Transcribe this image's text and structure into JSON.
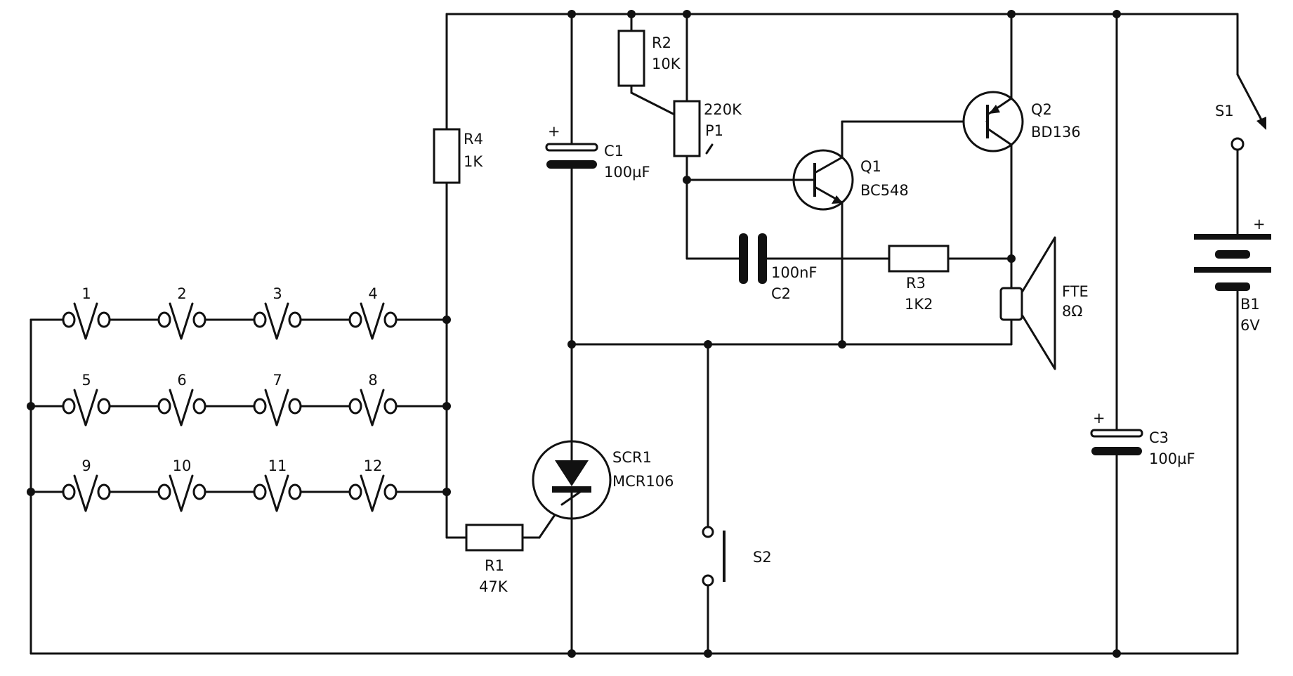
{
  "switches": [
    "1",
    "2",
    "3",
    "4",
    "5",
    "6",
    "7",
    "8",
    "9",
    "10",
    "11",
    "12"
  ],
  "components": {
    "r4": {
      "name": "R4",
      "value": "1K"
    },
    "r2": {
      "name": "R2",
      "value": "10K"
    },
    "p1": {
      "name": "P1",
      "value": "220K"
    },
    "c1": {
      "name": "C1",
      "value": "100µF",
      "polarity": "+"
    },
    "q1": {
      "name": "Q1",
      "value": "BC548"
    },
    "q2": {
      "name": "Q2",
      "value": "BD136"
    },
    "c2": {
      "name": "C2",
      "value": "100nF"
    },
    "r3": {
      "name": "R3",
      "value": "1K2"
    },
    "speaker": {
      "name": "FTE",
      "value": "8Ω"
    },
    "scr": {
      "name": "SCR1",
      "value": "MCR106"
    },
    "r1": {
      "name": "R1",
      "value": "47K"
    },
    "s2": {
      "name": "S2"
    },
    "c3": {
      "name": "C3",
      "value": "100µF",
      "polarity": "+"
    },
    "s1": {
      "name": "S1"
    },
    "battery": {
      "name": "B1",
      "value": "6V",
      "polarity": "+"
    }
  }
}
